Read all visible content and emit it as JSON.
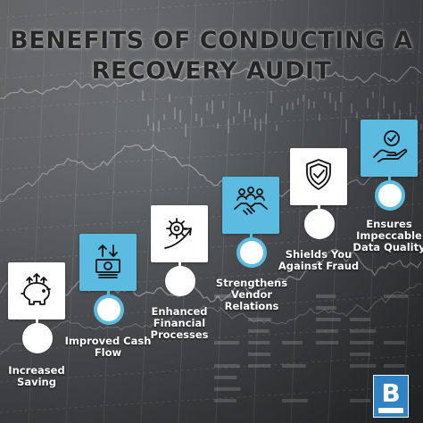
{
  "title": {
    "line1": "BENEFITS OF CONDUCTING A",
    "line2": "RECOVERY AUDIT"
  },
  "benefits": [
    {
      "label": "Increased Saving",
      "icon": "piggy-bank-icon",
      "style": "white"
    },
    {
      "label": "Improved Cash Flow",
      "icon": "cash-flow-icon",
      "style": "blue"
    },
    {
      "label": "Enhanced Financial Processes",
      "icon": "gear-growth-icon",
      "style": "white"
    },
    {
      "label": "Strengthens Vendor Relations",
      "icon": "handshake-icon",
      "style": "blue"
    },
    {
      "label": "Shields You Against Fraud",
      "icon": "shield-check-icon",
      "style": "white"
    },
    {
      "label": "Ensures Impeccable Data Quality",
      "icon": "quality-hand-icon",
      "style": "blue"
    }
  ],
  "logo": {
    "letter": "B",
    "icon": "brand-logo-icon"
  },
  "colors": {
    "accent": "#5bbbe0",
    "box": "#ffffff",
    "title": "#262626",
    "label": "#ffffff",
    "logo": "#2f83c4"
  }
}
